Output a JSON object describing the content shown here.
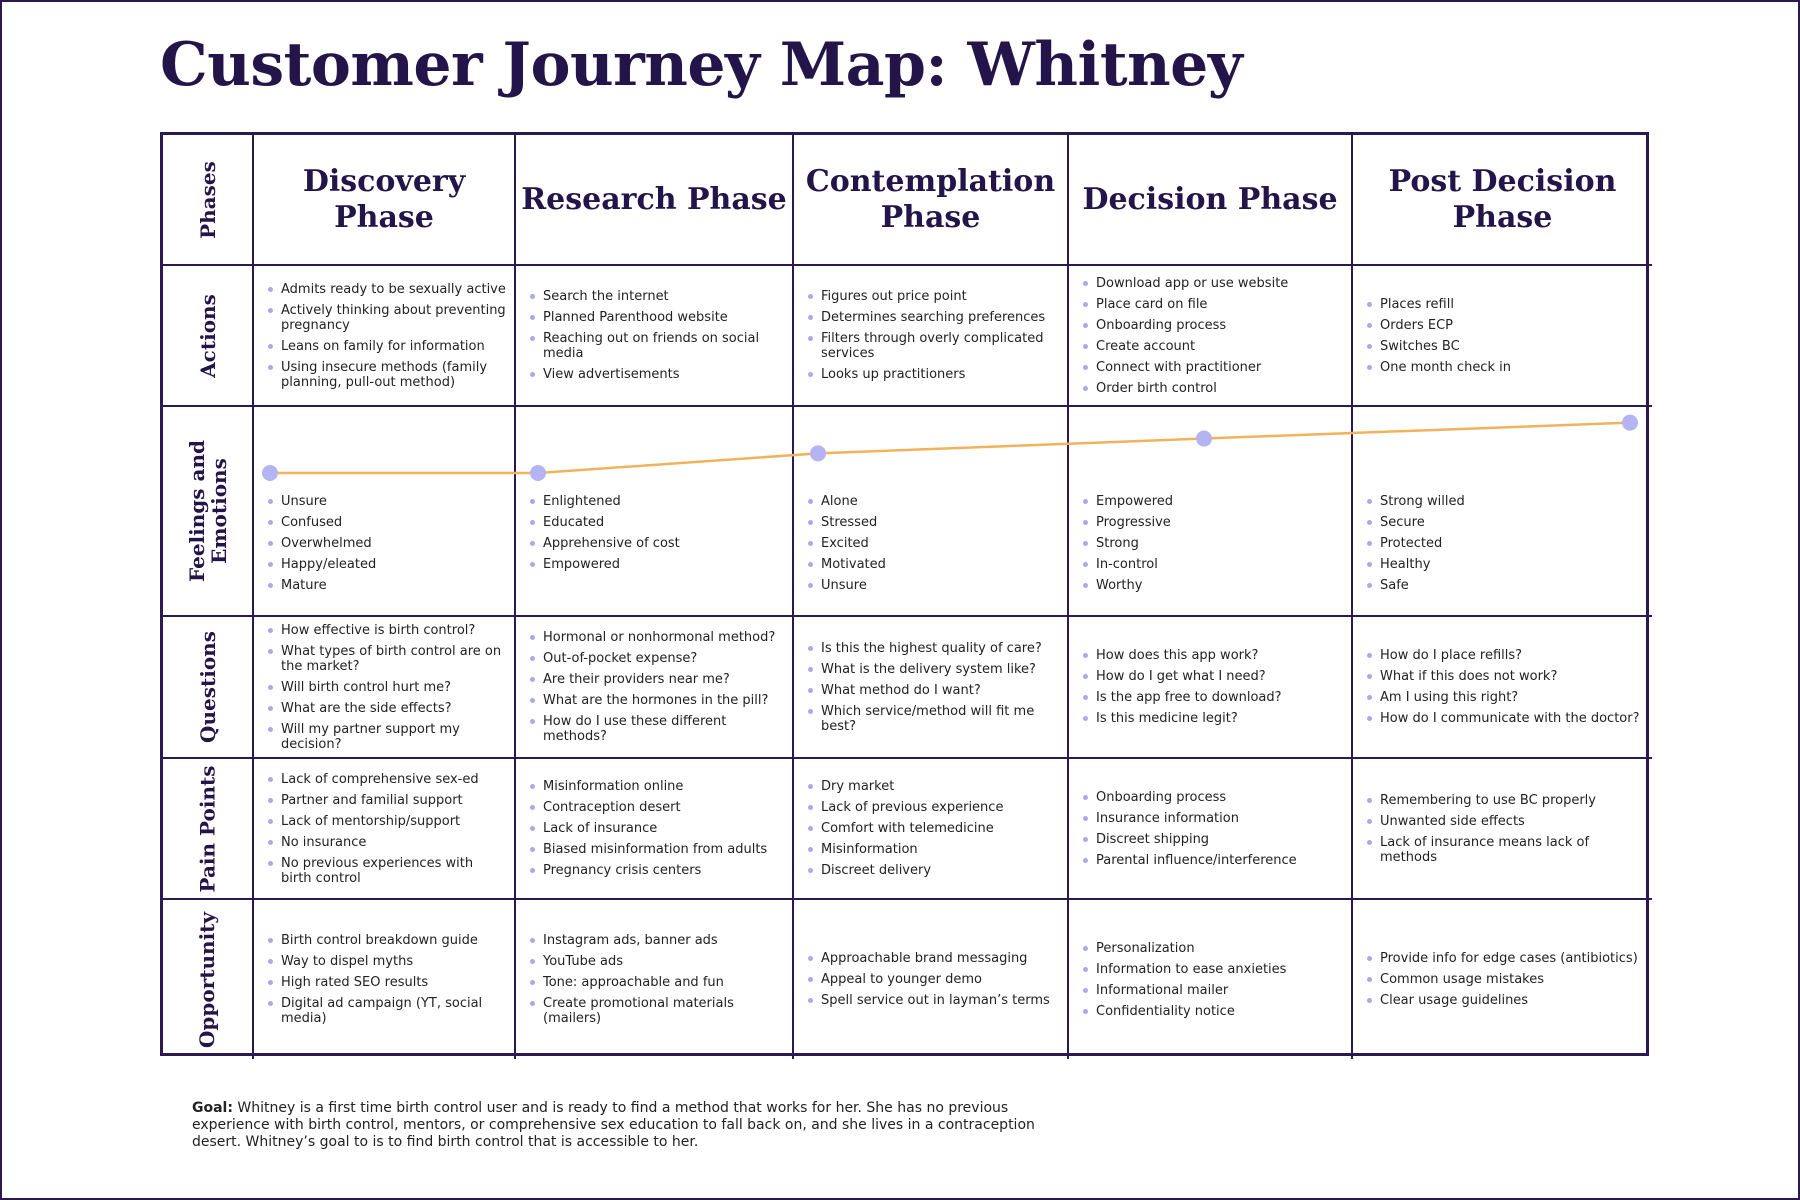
{
  "title": "Customer Journey Map: Whitney",
  "row_labels": {
    "phases": "Phases",
    "actions": "Actions",
    "feelings": "Feelings and Emotions",
    "questions": "Questions",
    "pain_points": "Pain Points",
    "opportunity": "Opportunity"
  },
  "phases": [
    {
      "name": "Discovery Phase",
      "actions": [
        "Admits ready to be sexually active",
        "Actively thinking about preventing pregnancy",
        "Leans on family for information",
        "Using insecure methods (family planning, pull-out method)"
      ],
      "feelings": [
        "Unsure",
        "Confused",
        "Overwhelmed",
        "Happy/eleated",
        "Mature"
      ],
      "questions": [
        "How effective is birth control?",
        "What types of birth control are on the market?",
        "Will birth control hurt me?",
        "What are the side effects?",
        "Will my partner support my decision?"
      ],
      "pain_points": [
        "Lack of comprehensive sex-ed",
        "Partner and familial support",
        "Lack of mentorship/support",
        "No insurance",
        "No previous experiences with birth control"
      ],
      "opportunity": [
        "Birth control breakdown guide",
        "Way to dispel myths",
        "High rated SEO results",
        "Digital ad campaign (YT, social media)"
      ]
    },
    {
      "name": "Research Phase",
      "actions": [
        "Search the internet",
        "Planned Parenthood website",
        "Reaching out on friends on social media",
        "View advertisements"
      ],
      "feelings": [
        "Enlightened",
        "Educated",
        "Apprehensive of cost",
        "Empowered"
      ],
      "questions": [
        "Hormonal or nonhormonal method?",
        "Out-of-pocket expense?",
        "Are their providers near me?",
        "What are the hormones in the pill?",
        "How do I use these different methods?"
      ],
      "pain_points": [
        "Misinformation online",
        "Contraception desert",
        "Lack of insurance",
        "Biased misinformation from adults",
        "Pregnancy crisis centers"
      ],
      "opportunity": [
        "Instagram ads, banner ads",
        "YouTube ads",
        "Tone: approachable and fun",
        "Create promotional materials (mailers)"
      ]
    },
    {
      "name": "Contemplation Phase",
      "actions": [
        "Figures out price point",
        "Determines searching preferences",
        "Filters through overly complicated services",
        "Looks up practitioners"
      ],
      "feelings": [
        "Alone",
        "Stressed",
        "Excited",
        "Motivated",
        "Unsure"
      ],
      "questions": [
        "Is this the highest quality of care?",
        "What is the delivery system like?",
        "What method do I want?",
        "Which service/method will fit me best?"
      ],
      "pain_points": [
        "Dry market",
        "Lack of previous experience",
        "Comfort with telemedicine",
        "Misinformation",
        "Discreet delivery"
      ],
      "opportunity": [
        "Approachable brand messaging",
        "Appeal to younger demo",
        "Spell service out in layman’s terms"
      ]
    },
    {
      "name": "Decision Phase",
      "actions": [
        "Download app or use website",
        "Place card on file",
        "Onboarding process",
        "Create account",
        "Connect with practitioner",
        "Order birth control"
      ],
      "feelings": [
        "Empowered",
        "Progressive",
        "Strong",
        "In-control",
        "Worthy"
      ],
      "questions": [
        "How does this app work?",
        "How do I get what I need?",
        "Is the app free to download?",
        "Is this medicine legit?"
      ],
      "pain_points": [
        "Onboarding process",
        "Insurance information",
        "Discreet shipping",
        "Parental influence/interference"
      ],
      "opportunity": [
        "Personalization",
        "Information to ease anxieties",
        "Informational mailer",
        "Confidentiality notice"
      ]
    },
    {
      "name": "Post Decision Phase",
      "actions": [
        "Places refill",
        "Orders ECP",
        "Switches BC",
        "One month check in"
      ],
      "feelings": [
        "Strong willed",
        "Secure",
        "Protected",
        "Healthy",
        "Safe"
      ],
      "questions": [
        "How do I place refills?",
        "What if this does not work?",
        "Am I using this right?",
        "How do I communicate with the doctor?"
      ],
      "pain_points": [
        "Remembering to use BC properly",
        "Unwanted side effects",
        "Lack of insurance means lack of methods"
      ],
      "opportunity": [
        "Provide info for edge cases (antibiotics)",
        "Common usage mistakes",
        "Clear usage guidelines"
      ]
    }
  ],
  "emotion_curve": {
    "levels": [
      0.0,
      0.0,
      0.37,
      0.65,
      0.95
    ],
    "line_color": "#f2b25c",
    "point_color": "#b4b4f2"
  },
  "goal": {
    "label": "Goal:",
    "text": "Whitney is a first time birth control user and is ready to find a method that works for her. She has no previous experience with birth control, mentors, or comprehensive sex education to fall back on, and she lives in a contraception desert. Whitney’s goal to is to find birth control that is accessible to her."
  }
}
